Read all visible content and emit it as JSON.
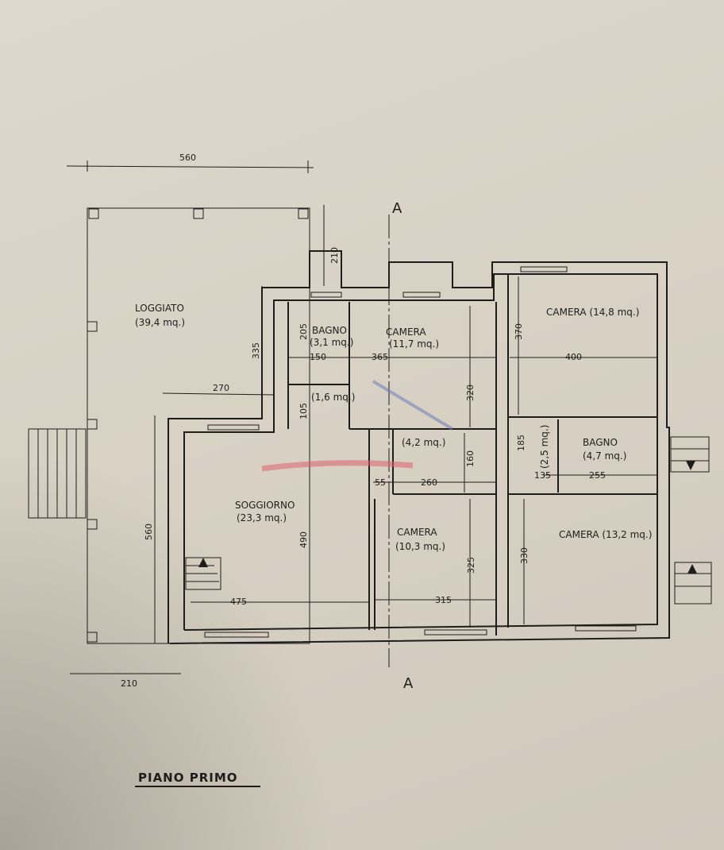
{
  "title": "PIANO PRIMO",
  "section_marks": [
    "A",
    "A"
  ],
  "rooms": {
    "loggiato": {
      "name": "LOGGIATO",
      "area": "(39,4 mq.)"
    },
    "bagno1": {
      "name": "BAGNO",
      "area": "(3,1 mq.)"
    },
    "ripostiglio": {
      "area": "(1,6 mq.)"
    },
    "camera1": {
      "name": "CAMERA",
      "area": "(11,7 mq.)"
    },
    "camera2": {
      "name": "CAMERA (14,8 mq.)"
    },
    "disimpegno1": {
      "area": "(4,2 mq.)"
    },
    "disimpegno2": {
      "area": "(2,5 mq.)"
    },
    "bagno2": {
      "name": "BAGNO",
      "area": "(4,7 mq.)"
    },
    "soggiorno": {
      "name": "SOGGIORNO",
      "area": "(23,3 mq.)"
    },
    "camera3": {
      "name": "CAMERA",
      "area": "(10,3 mq.)"
    },
    "camera4": {
      "name": "CAMERA (13,2 mq.)"
    }
  },
  "dims": {
    "d560_top": "560",
    "d210_top": "210",
    "d335": "335",
    "d205": "205",
    "d150": "150",
    "d365": "365",
    "d370": "370",
    "d400": "400",
    "d270": "270",
    "d105": "105",
    "d320": "320",
    "d160": "160",
    "d185": "185",
    "d135": "135",
    "d255": "255",
    "d55": "55",
    "d260": "260",
    "d560_left": "560",
    "d490": "490",
    "d325": "325",
    "d330": "330",
    "d475": "475",
    "d315": "315",
    "d210_bottom": "210"
  },
  "colors": {
    "ink": "#1f1d1a",
    "paper": "#d9d3c8",
    "accent_red": "#e0606e",
    "accent_blue": "#6e7fb8"
  }
}
